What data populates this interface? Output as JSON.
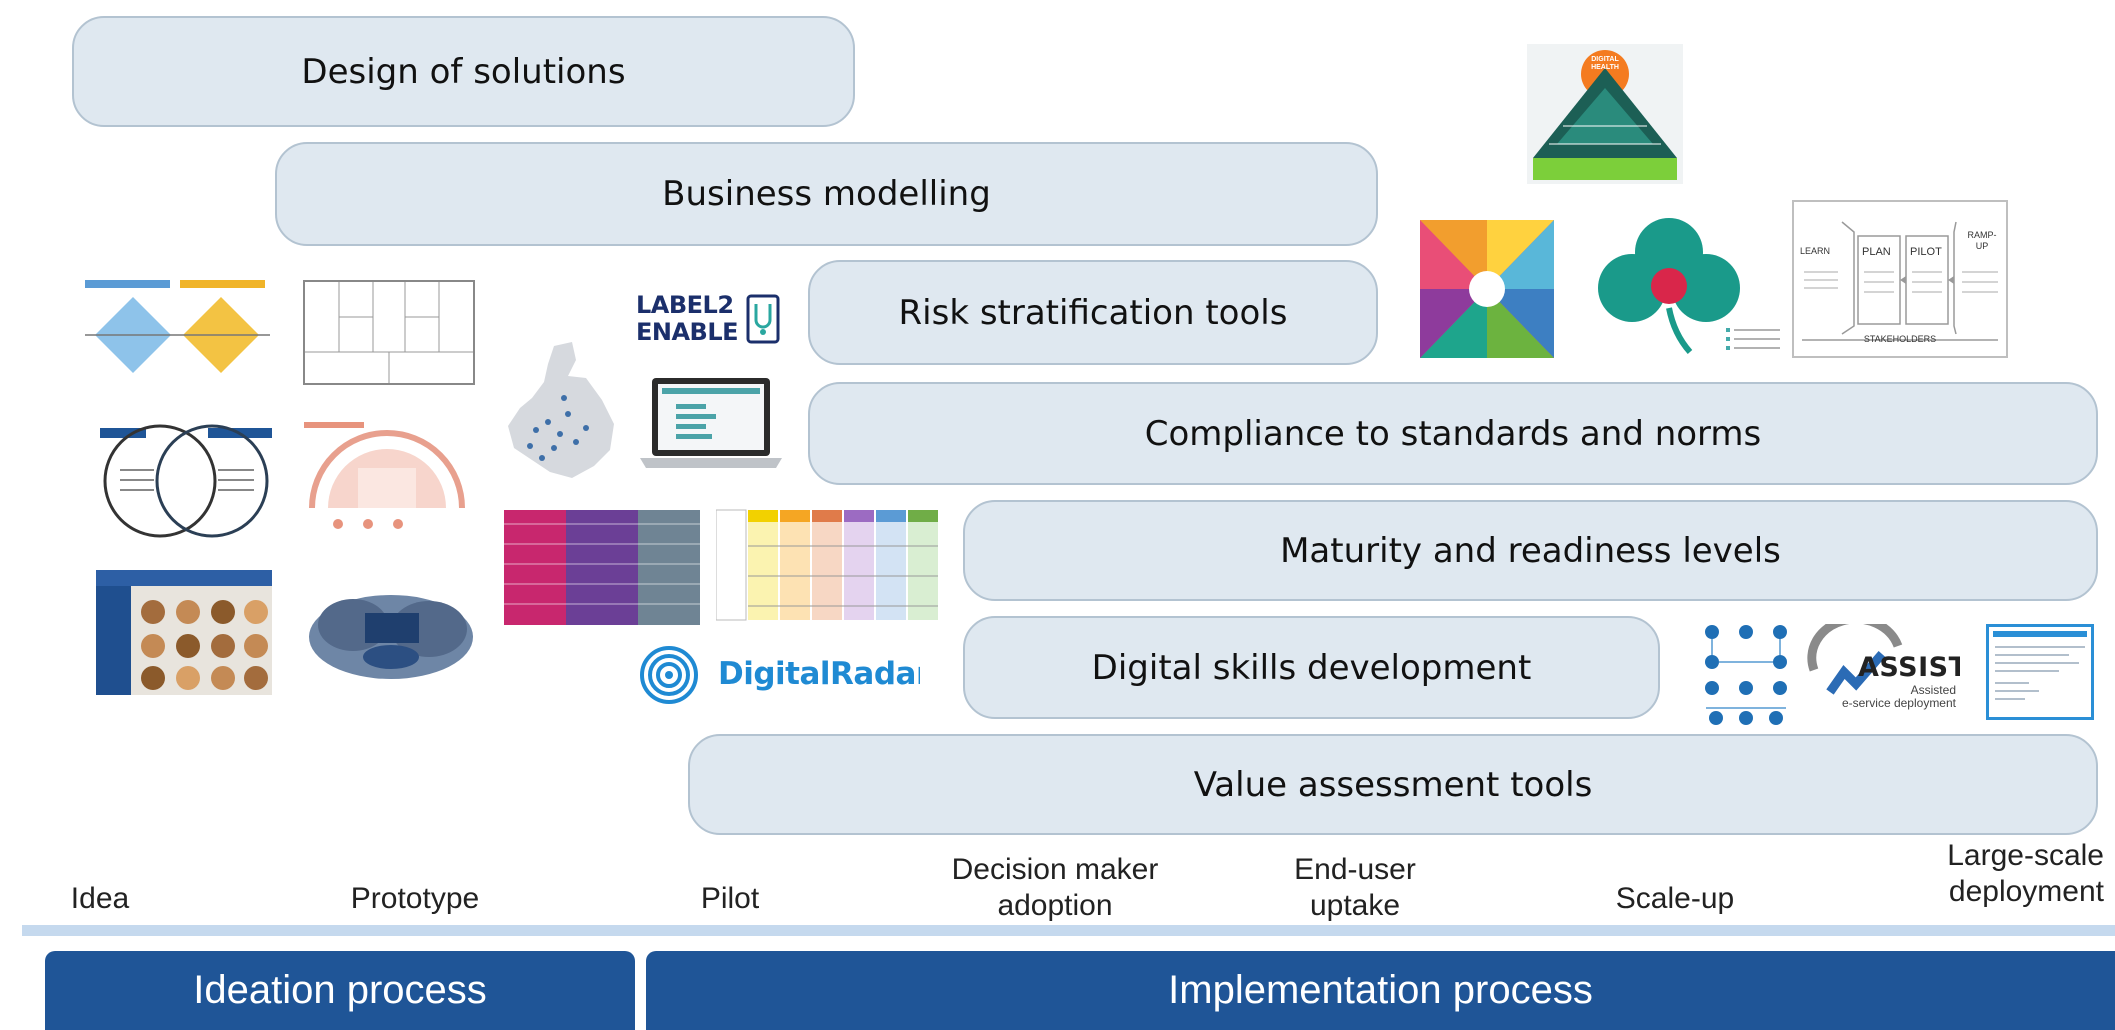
{
  "bars": {
    "design": "Design of solutions",
    "business": "Business modelling",
    "risk": "Risk stratification tools",
    "compliance": "Compliance to standards and norms",
    "maturity": "Maturity and readiness levels",
    "skills": "Digital skills development",
    "value": "Value assessment tools"
  },
  "stages": {
    "idea": "Idea",
    "prototype": "Prototype",
    "pilot": "Pilot",
    "decision_1": "Decision maker",
    "decision_2": "adoption",
    "enduser_1": "End-user",
    "enduser_2": "uptake",
    "scaleup": "Scale-up",
    "largescale_1": "Large-scale",
    "largescale_2": "deployment"
  },
  "process": {
    "ideation": "Ideation process",
    "implementation": "Implementation process"
  },
  "logos": {
    "label2enable_1": "LABEL2",
    "label2enable_2": "ENABLE",
    "digitalradar": "DigitalRadar",
    "assist_title": "ASSIST",
    "assist_sub_1": "Assisted",
    "assist_sub_2": "e-service deployment"
  },
  "small_labels": {
    "learn": "LEARN",
    "plan": "PLAN",
    "pilot": "PILOT",
    "ramp_1": "RAMP-",
    "ramp_2": "UP",
    "stakeholders": "STAKEHOLDERS",
    "digital_1": "DIGITAL",
    "digital_2": "HEALTH"
  },
  "colors": {
    "bar_fill": "#dfe8f0",
    "bar_border": "#b3c3d1",
    "process_blue": "#1f5597",
    "timeline": "#c5d9ee"
  }
}
